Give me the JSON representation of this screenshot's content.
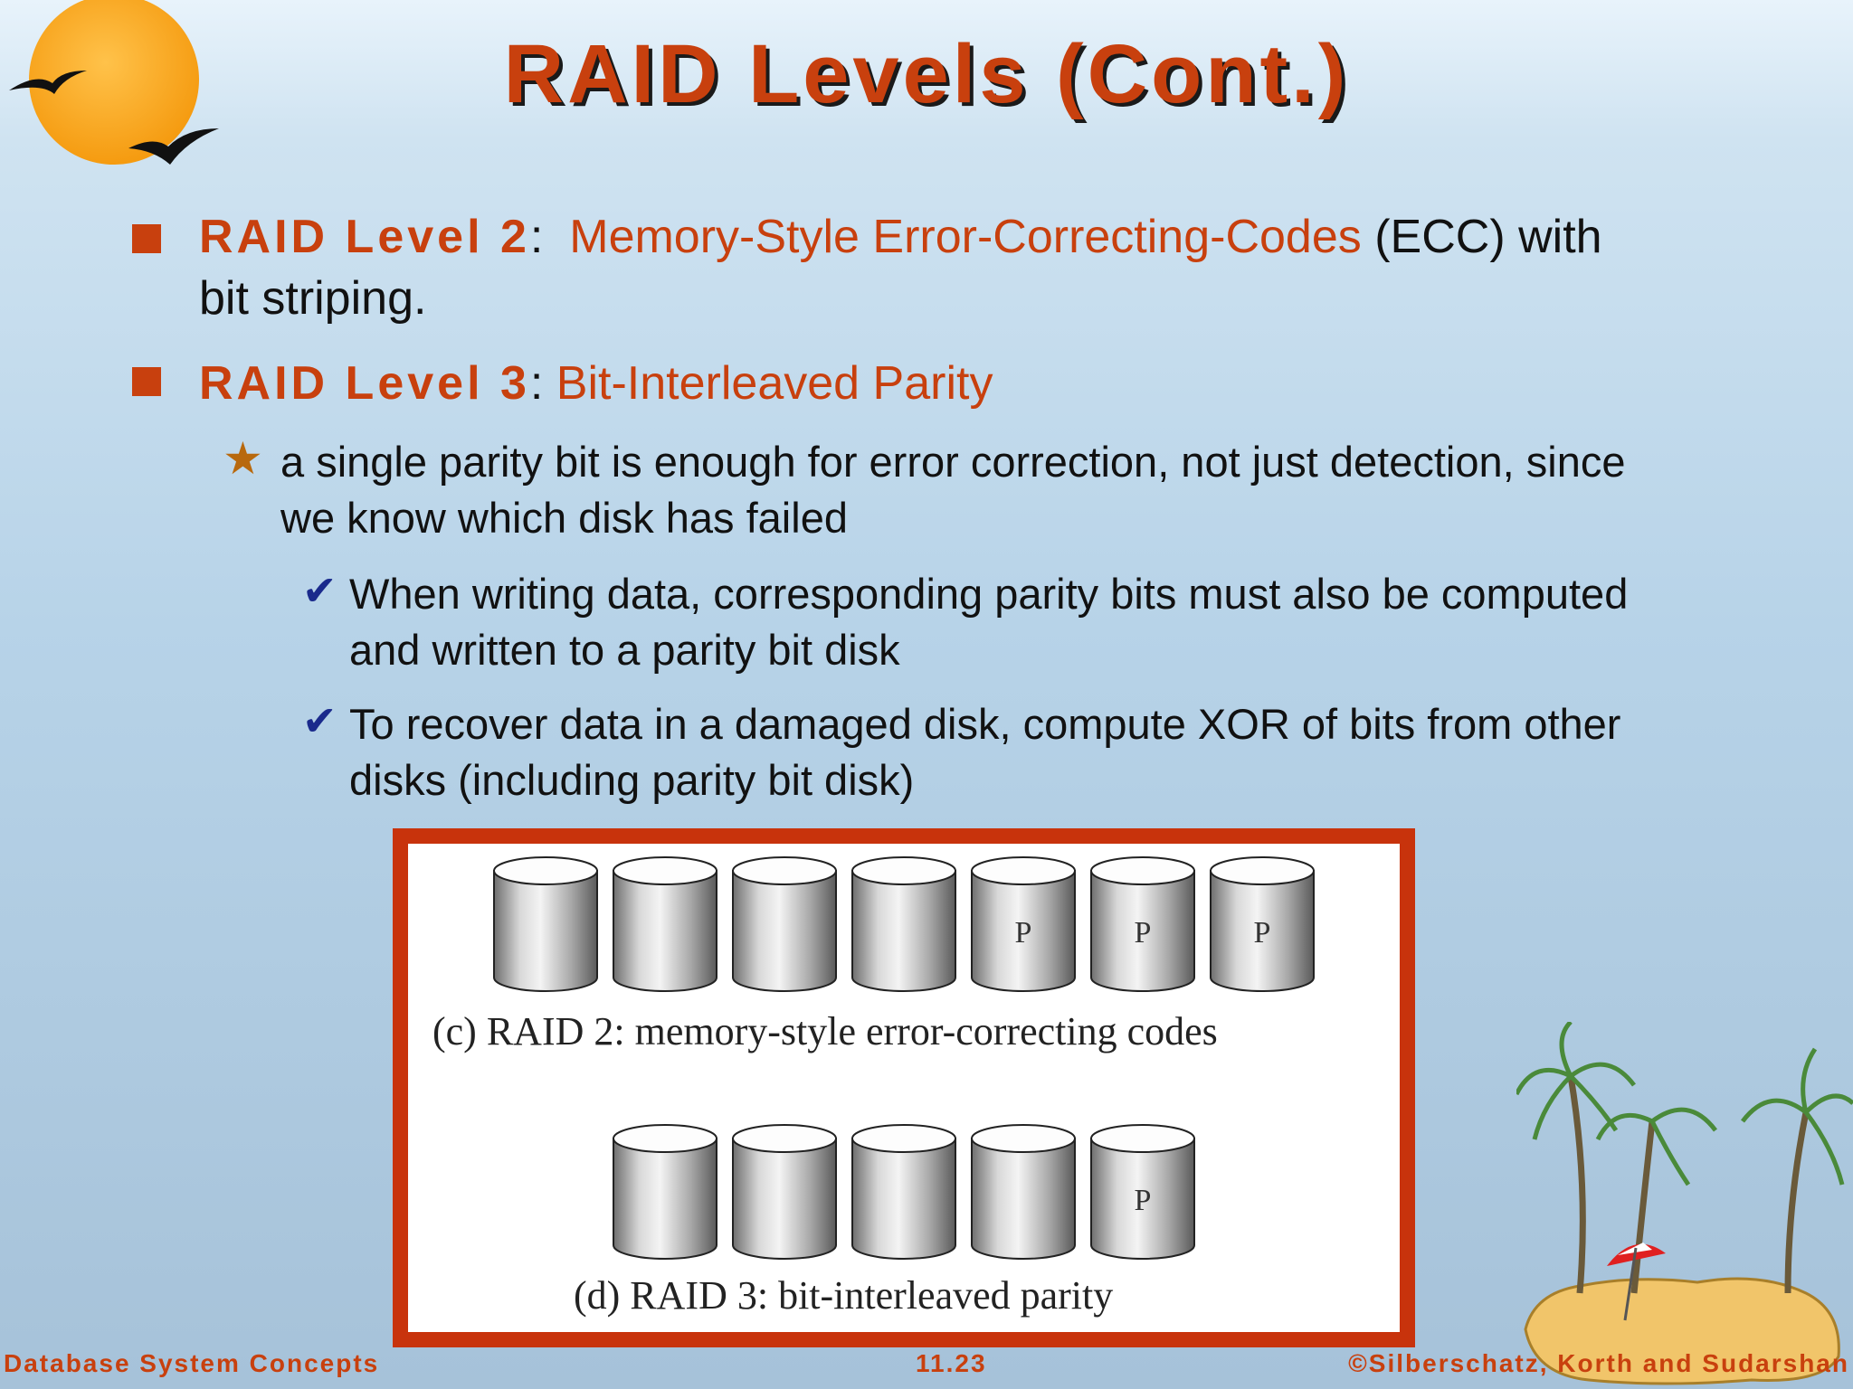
{
  "slide": {
    "title": "RAID Levels (Cont.)"
  },
  "bullets": {
    "raid2": {
      "label": "RAID Level 2",
      "sep": ":",
      "name": "Memory-Style Error-Correcting-Codes",
      "rest_line1": " (ECC) with",
      "rest_line2": "bit striping."
    },
    "raid3": {
      "label": "RAID Level 3",
      "sep": ":",
      "name": "Bit-Interleaved Parity"
    },
    "sub1": {
      "line1": " a single parity bit is enough for error correction, not just detection, since",
      "line2": "we know which disk has failed"
    },
    "sub2": {
      "line1": "When writing data, corresponding parity bits must also be computed",
      "line2": "and written to a parity bit disk"
    },
    "sub3": {
      "line1": "To recover data in a damaged disk, compute XOR of bits from other",
      "line2": "disks (including parity bit disk)"
    }
  },
  "figure": {
    "raid2_caption": "(c) RAID 2: memory-style error-correcting codes",
    "raid3_caption": "(d) RAID 3: bit-interleaved parity",
    "raid2_disks": [
      "",
      "",
      "",
      "",
      "P",
      "P",
      "P"
    ],
    "raid3_disks": [
      "",
      "",
      "",
      "",
      "P"
    ]
  },
  "footer": {
    "left": "Database System Concepts",
    "center": "11.23",
    "right": "©Silberschatz, Korth and Sudarshan"
  },
  "icons": {
    "bullet": "square-bullet-icon",
    "sub_bullet": "star-icon",
    "subsub_bullet": "checkmark-icon"
  },
  "colors": {
    "accent": "#c8400e",
    "frame": "#c8330c",
    "check": "#1a2a8c"
  }
}
